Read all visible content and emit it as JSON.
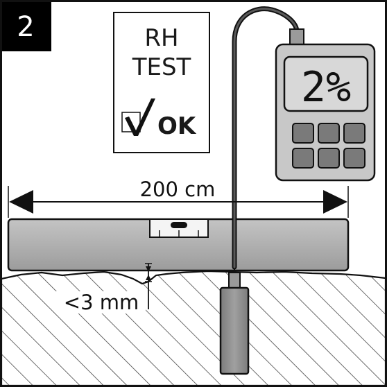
{
  "step": {
    "number": "2"
  },
  "test_card": {
    "line1": "RH",
    "line2": "TEST",
    "check_mark": "✓",
    "status": "OK"
  },
  "meter": {
    "reading": "2%",
    "buttons": 6
  },
  "measurements": {
    "length": "200 cm",
    "tolerance": "<3 mm"
  },
  "colors": {
    "background": "#ffffff",
    "ink": "#111111",
    "step_badge": "#000000",
    "straightedge": "#b4b4b4",
    "meter_body": "#c8c8c8",
    "meter_display": "#d8d8d8",
    "meter_buttons": "#7a7a7a",
    "probe": "#8e8e8e",
    "floor_hatch": "#444444"
  },
  "icons": {
    "check": "check-icon",
    "arrow_left": "arrow-left-icon",
    "arrow_right": "arrow-right-icon"
  }
}
